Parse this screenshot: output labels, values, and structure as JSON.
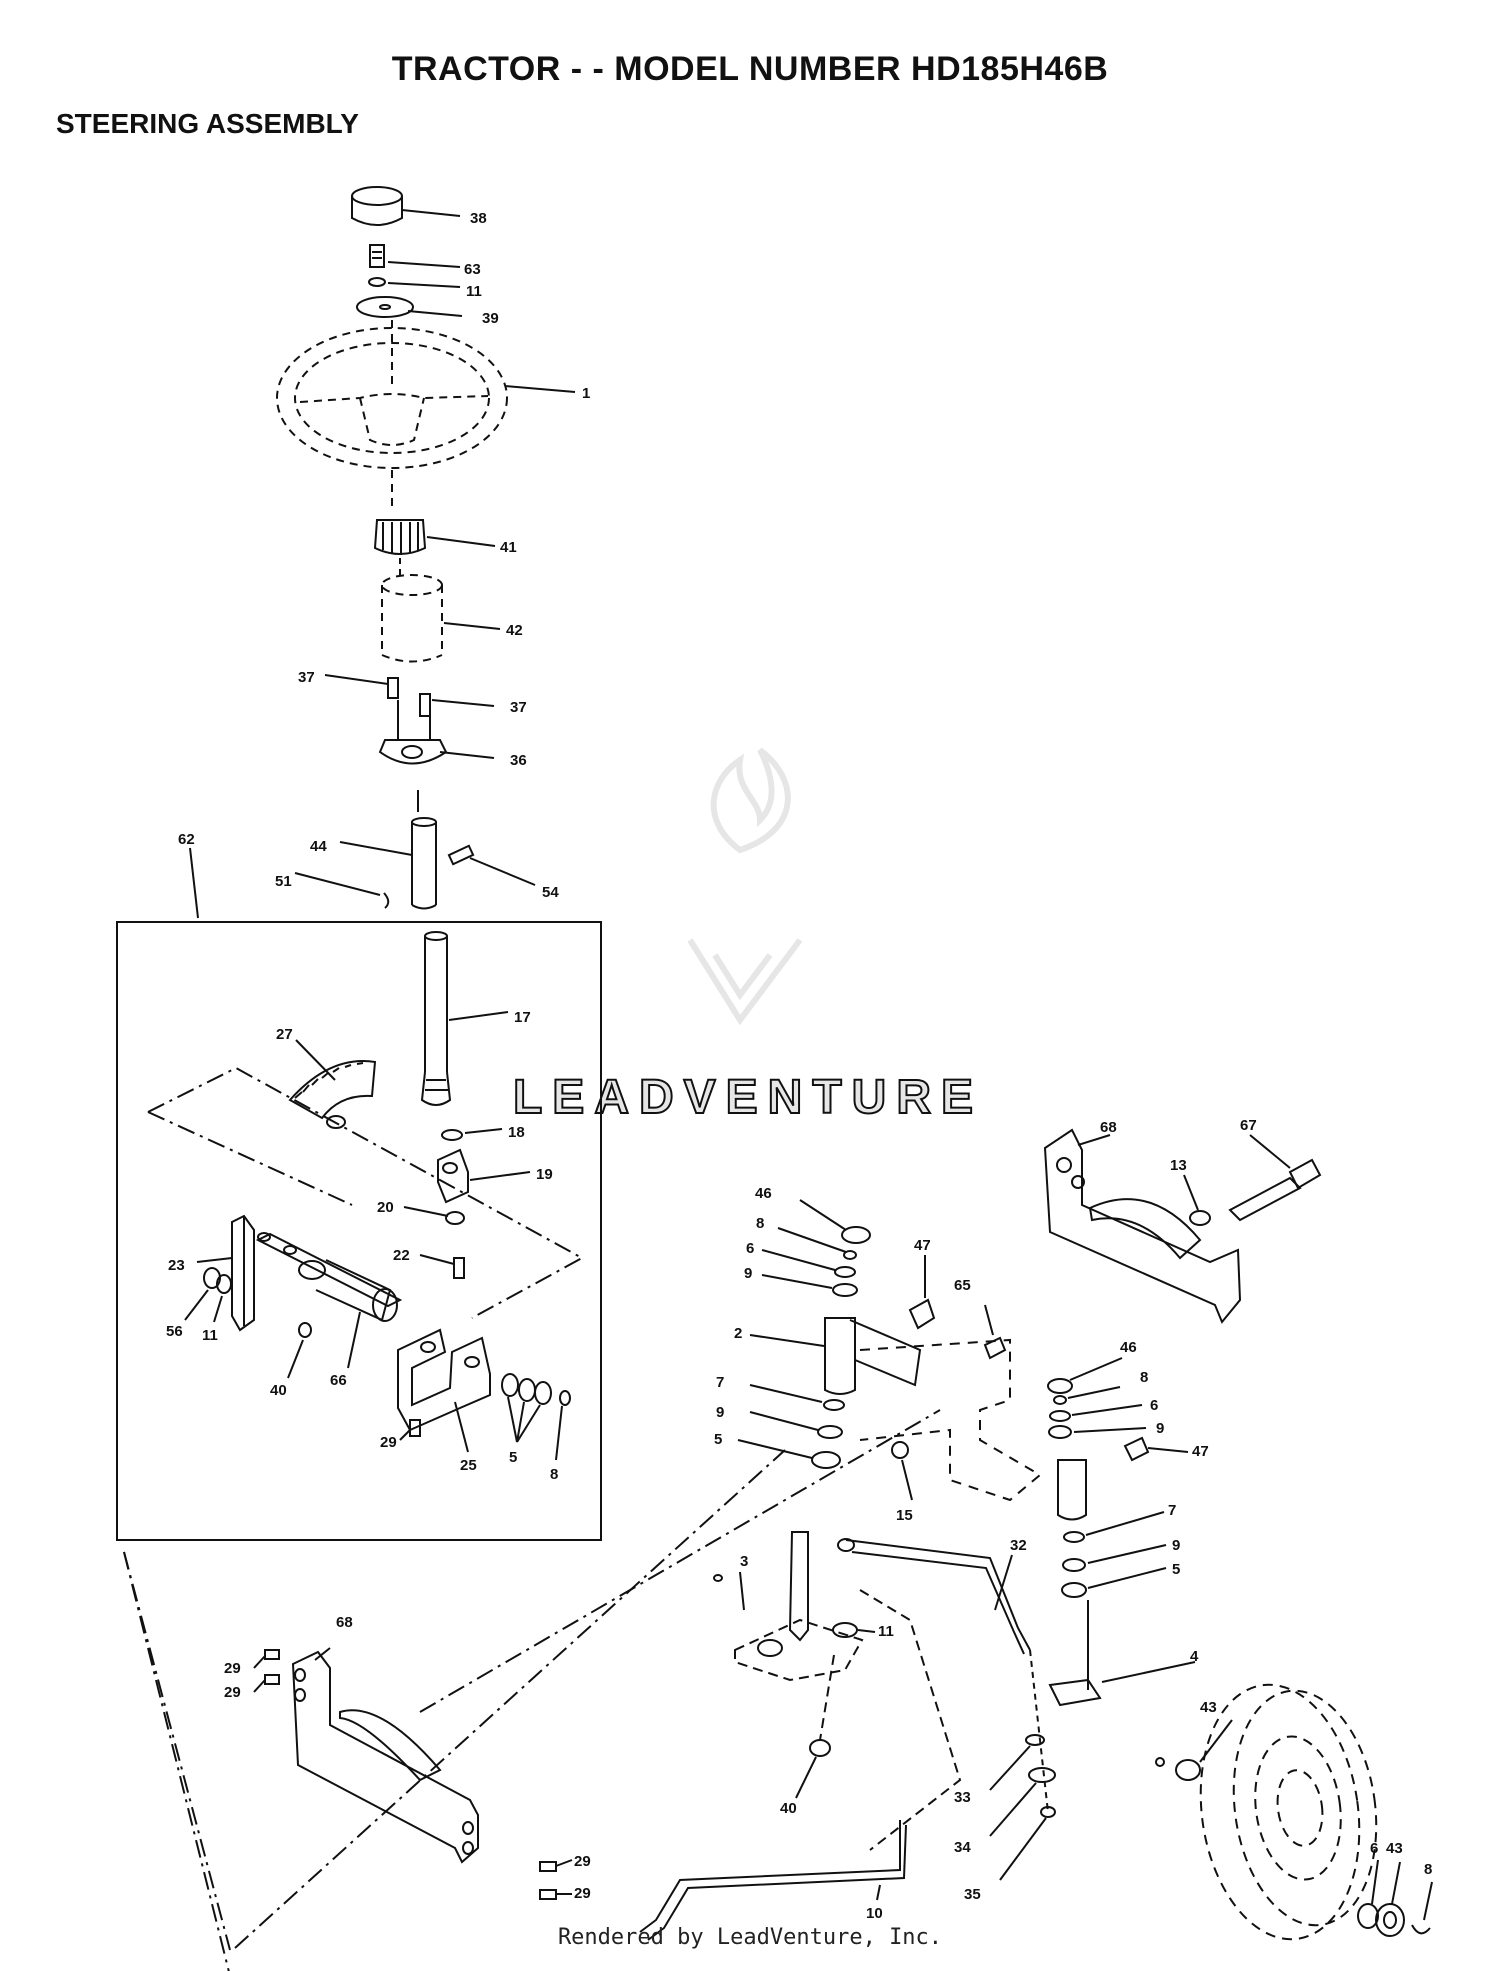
{
  "page": {
    "title": "TRACTOR - - MODEL NUMBER HD185H46B",
    "subtitle": "STEERING ASSEMBLY",
    "footer": "Rendered by LeadVenture, Inc.",
    "watermark_text": "LEADVENTURE"
  },
  "callouts": {
    "c38": "38",
    "c63": "63",
    "c11a": "11",
    "c39": "39",
    "c1": "1",
    "c41": "41",
    "c42": "42",
    "c37a": "37",
    "c37b": "37",
    "c36": "36",
    "c62": "62",
    "c44": "44",
    "c51": "51",
    "c54": "54",
    "c17": "17",
    "c27": "27",
    "c18": "18",
    "c19": "19",
    "c20": "20",
    "c22": "22",
    "c23": "23",
    "c56": "56",
    "c11b": "11",
    "c40a": "40",
    "c66": "66",
    "c29a": "29",
    "c25": "25",
    "c5a": "5",
    "c8a": "8",
    "c68a": "68",
    "c67": "67",
    "c13": "13",
    "c46a": "46",
    "c8b": "8",
    "c6a": "6",
    "c9a": "9",
    "c47a": "47",
    "c65": "65",
    "c2": "2",
    "c7a": "7",
    "c9b": "9",
    "c5b": "5",
    "c15": "15",
    "c46b": "46",
    "c8c": "8",
    "c6b": "6",
    "c9c": "9",
    "c47b": "47",
    "c7b": "7",
    "c9d": "9",
    "c5c": "5",
    "c3": "3",
    "c32": "32",
    "c11c": "11",
    "c4": "4",
    "c68b": "68",
    "c29b": "29",
    "c29c": "29",
    "c40b": "40",
    "c43a": "43",
    "c33": "33",
    "c29d": "29",
    "c29e": "29",
    "c10": "10",
    "c34": "34",
    "c35": "35",
    "c6c": "6",
    "c43b": "43",
    "c8d": "8"
  },
  "colors": {
    "ink": "#111111",
    "watermark": "#e6e6e6"
  }
}
